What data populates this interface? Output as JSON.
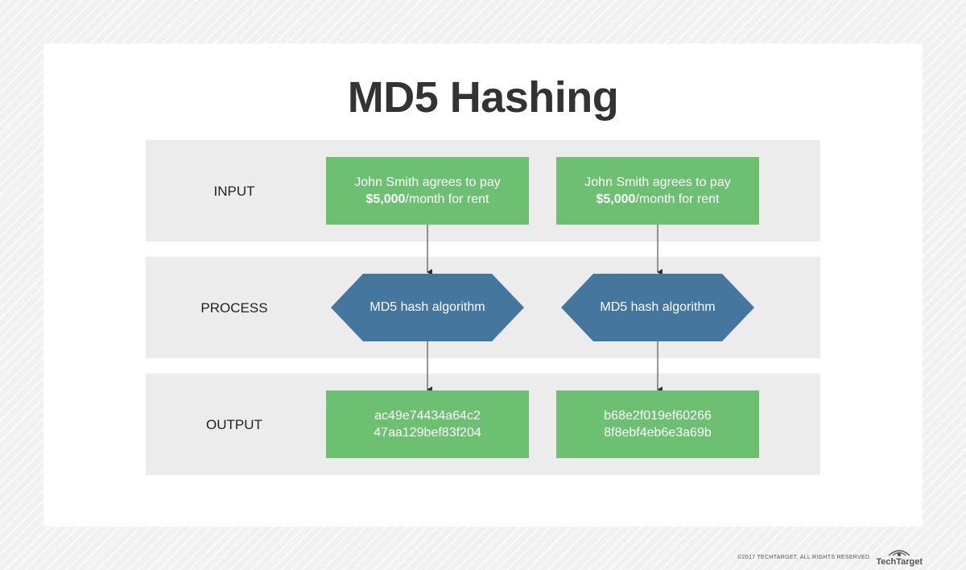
{
  "title": "MD5 Hashing",
  "rows": {
    "input": "INPUT",
    "process": "PROCESS",
    "output": "OUTPUT"
  },
  "columns": [
    {
      "input_line1": "John Smith agrees to pay",
      "input_amount": "$5,000",
      "input_rest": "/month for rent",
      "process": "MD5 hash algorithm",
      "output_line1": "ac49e74434a64c2",
      "output_line2": "47aa129bef83f204"
    },
    {
      "input_line1": "John Smith agrees to pay",
      "input_amount": "$5,000",
      "input_rest": "/month for rent",
      "process": "MD5 hash algorithm",
      "output_line1": "b68e2f019ef60266",
      "output_line2": "8f8ebf4eb6e3a69b"
    }
  ],
  "footer": {
    "copyright": "©2017 TECHTARGET. ALL RIGHTS RESERVED",
    "brand": "TechTarget"
  },
  "colors": {
    "input_box": "#6dbf72",
    "process_hexagon": "#45779e",
    "band": "#ececec",
    "title": "#333333"
  }
}
